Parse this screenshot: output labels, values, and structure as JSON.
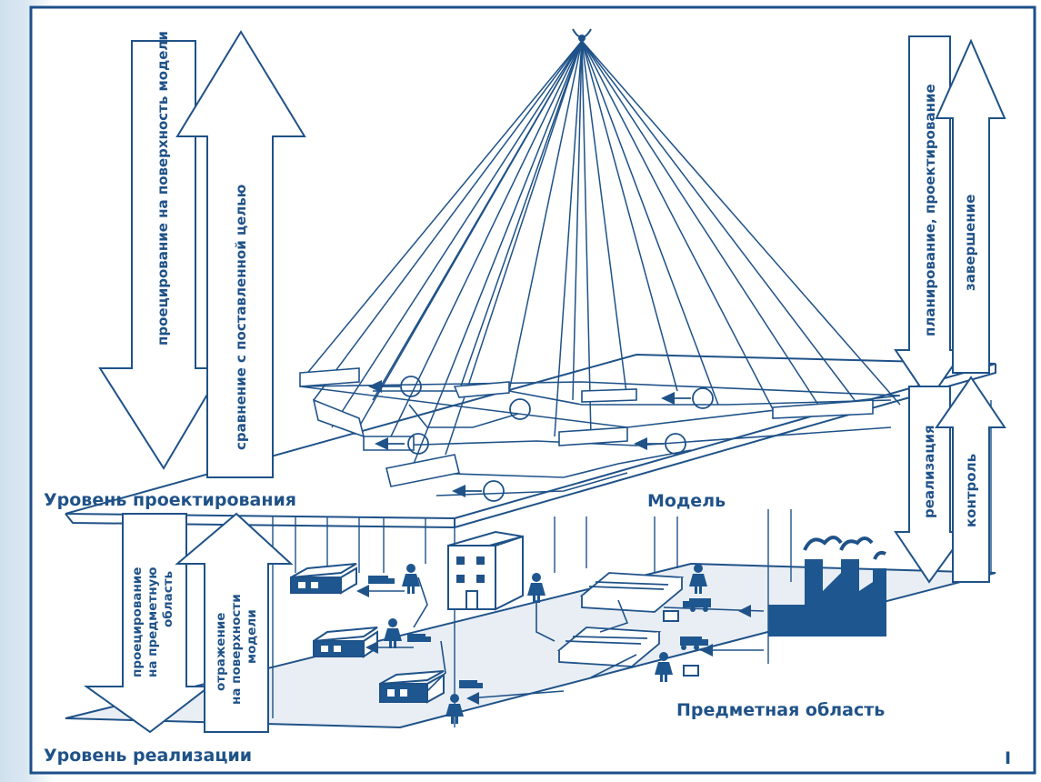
{
  "colors": {
    "ink": "#1f5288",
    "frame": "#1d4f8a",
    "paper": "#ffffff",
    "fill_dark": "#1e568f"
  },
  "labels": {
    "design_level": "Уровень проектирования",
    "model": "Модель",
    "implementation_level": "Уровень реализации",
    "subject_area": "Предметная область",
    "page_mark": "I"
  },
  "arrows": {
    "projection_model_surface": "проецирование на поверхность модели",
    "comparison_goal": "сравнение с поставленной целью",
    "planning_design": "планирование, проектирование",
    "completion": "завершение",
    "realization": "реализация",
    "control": "контроль",
    "projection_subject_l1": "проецирование",
    "projection_subject_l2": "на предметную",
    "projection_subject_l3": "область",
    "reflection_l1": "отражение",
    "reflection_l2": "на поверхности",
    "reflection_l3": "модели"
  }
}
